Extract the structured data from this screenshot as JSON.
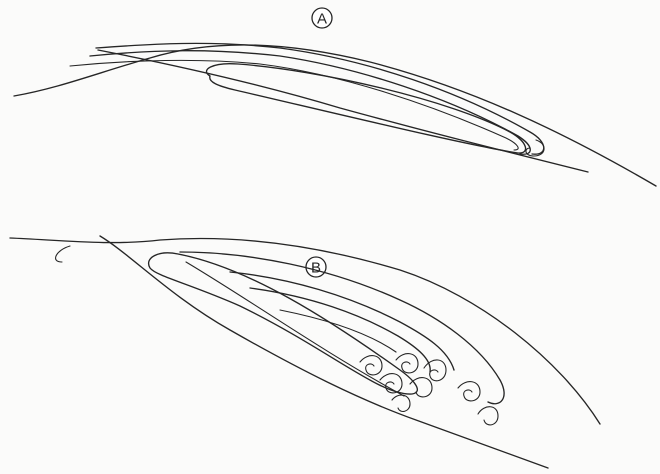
{
  "diagram": {
    "panels": [
      {
        "id": "A",
        "label": "A",
        "flow": "attached"
      },
      {
        "id": "B",
        "label": "B",
        "flow": "separated"
      }
    ],
    "colors": {
      "ink": "#262626",
      "paper": "#fbfbfa"
    }
  }
}
